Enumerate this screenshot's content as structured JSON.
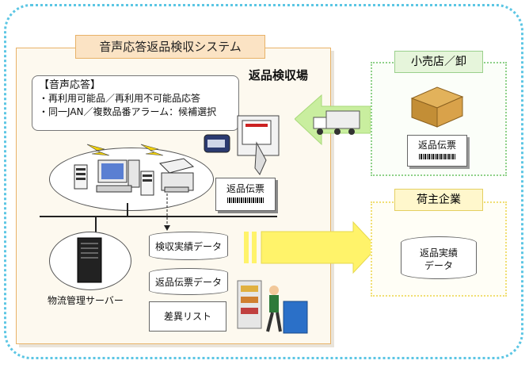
{
  "system": {
    "title": "音声応答返品検収システム",
    "area_label": "返品検収場"
  },
  "voice": {
    "heading": "【音声応答】",
    "lines": [
      "・再利用可能品／再利用不可能品応答",
      "・同一JAN／複数品番アラーム：候補選択"
    ]
  },
  "slips": {
    "main": "返品伝票",
    "retail": "返品伝票"
  },
  "databases": {
    "inspection": "検収実績データ",
    "slip_data": "返品伝票データ",
    "diff_list": "差異リスト"
  },
  "server": {
    "label": "物流管理サーバー"
  },
  "retail": {
    "title": "小売店／卸"
  },
  "owner": {
    "title": "荷主企業",
    "db_line1": "返品実績",
    "db_line2": "データ"
  },
  "colors": {
    "outer_border": "#5cc6e4",
    "system_border": "#e8b268",
    "retail_border": "#8fd18a",
    "owner_border": "#f1df74",
    "arrow_green": "#c9ee9f",
    "arrow_yellow": "#fff36a"
  },
  "icons": [
    "server-tower-icon",
    "desktop-pc-icon",
    "printer-icon",
    "barcode-scanner-icon",
    "truck-icon",
    "cardboard-box-icon",
    "worker-cart-icon",
    "speech-flash-icon"
  ]
}
